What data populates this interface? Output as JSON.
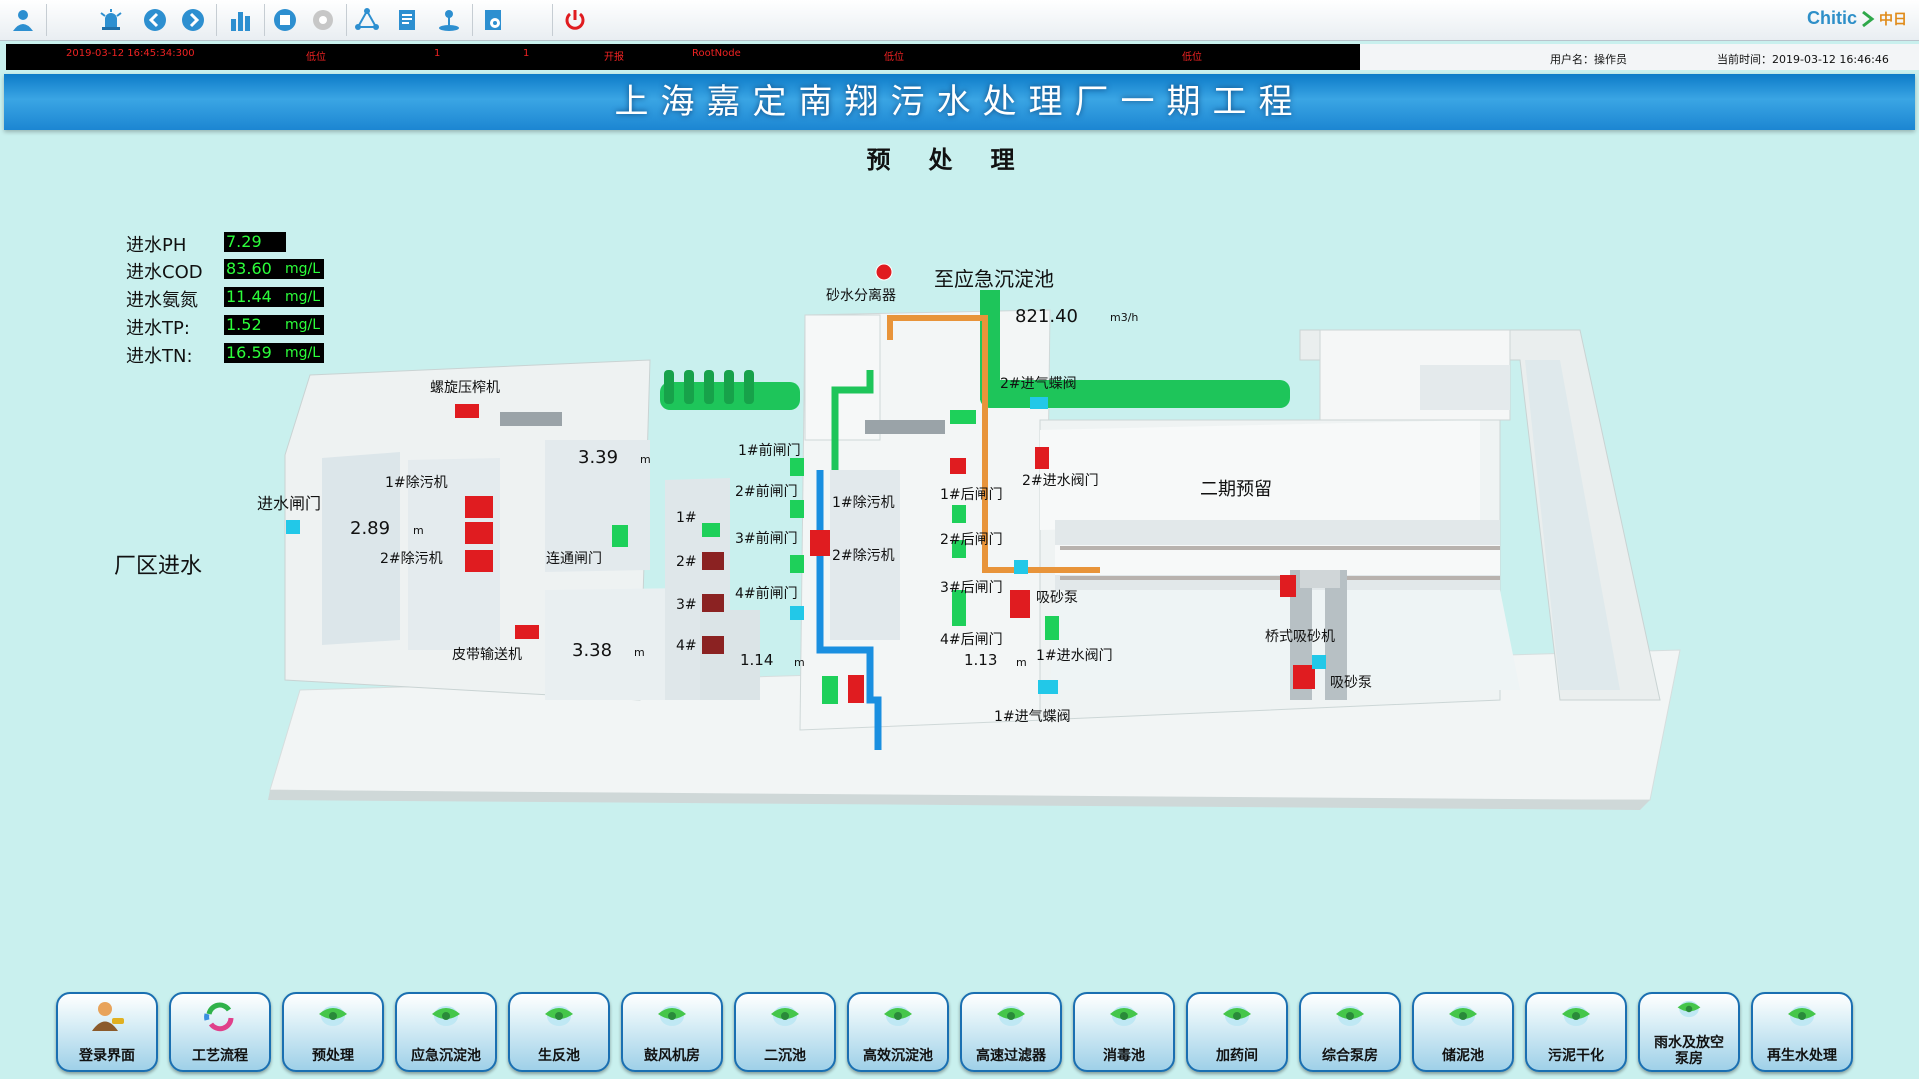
{
  "alarm": {
    "time": "2019-03-12  16:45:34:300",
    "level": "低位",
    "n1": "1",
    "n2": "1",
    "state": "开报",
    "node": "RootNode",
    "f1": "低位",
    "f2": "低位"
  },
  "user": {
    "label": "用户名：操作员",
    "time": "当前时间：2019-03-12 16:46:46"
  },
  "brand": {
    "name": "Chitic",
    "cn": "中日"
  },
  "title": "上海嘉定南翔污水处理厂一期工程",
  "subtitle": "预处理",
  "sensors": [
    {
      "label": "进水PH",
      "value": "7.29",
      "unit": ""
    },
    {
      "label": "进水COD",
      "value": "83.60",
      "unit": "mg/L"
    },
    {
      "label": "进水氨氮",
      "value": "11.44",
      "unit": "mg/L"
    },
    {
      "label": "进水TP:",
      "value": "1.52",
      "unit": "mg/L"
    },
    {
      "label": "进水TN:",
      "value": "16.59",
      "unit": "mg/L"
    }
  ],
  "plant": {
    "inflow": "厂区进水",
    "inlet_gate": "进水闸门",
    "screw_press": "螺旋压榨机",
    "cleaner1": "1#除污机",
    "cleaner2": "2#除污机",
    "belt": "皮带输送机",
    "link_gate": "连通闸门",
    "level_a": "2.89",
    "level_b": "3.39",
    "level_c": "3.38",
    "level_d": "1.14",
    "level_e": "1.13",
    "unit_m": "m",
    "sand_sep": "砂水分离器",
    "to_emergency": "至应急沉淀池",
    "flow": "821.40",
    "flow_unit": "m3/h",
    "front1": "1#前闸门",
    "front2": "2#前闸门",
    "front3": "3#前闸门",
    "front4": "4#前闸门",
    "p1": "1#",
    "p2": "2#",
    "p3": "3#",
    "p4": "4#",
    "mid_cleaner1": "1#除污机",
    "mid_cleaner2": "2#除污机",
    "back1": "1#后闸门",
    "back2": "2#后闸门",
    "back3": "3#后闸门",
    "back4": "4#后闸门",
    "air2": "2#进气蝶阀",
    "in_valve2": "2#进水阀门",
    "sand_pump": "吸砂泵",
    "in_valve1": "1#进水阀门",
    "air1": "1#进气蝶阀",
    "phase2": "二期预留",
    "bridge": "桥式吸砂机",
    "sand_pump2": "吸砂泵"
  },
  "nav": [
    {
      "label": "登录界面",
      "icon": "login-person-icon"
    },
    {
      "label": "工艺流程",
      "icon": "cycle-arrows-icon"
    },
    {
      "label": "预处理",
      "icon": "globe-leaf-icon"
    },
    {
      "label": "应急沉淀池",
      "icon": "globe-leaf-icon"
    },
    {
      "label": "生反池",
      "icon": "globe-leaf-icon"
    },
    {
      "label": "鼓风机房",
      "icon": "globe-leaf-icon"
    },
    {
      "label": "二沉池",
      "icon": "globe-leaf-icon"
    },
    {
      "label": "高效沉淀池",
      "icon": "globe-leaf-icon"
    },
    {
      "label": "高速过滤器",
      "icon": "globe-leaf-icon"
    },
    {
      "label": "消毒池",
      "icon": "globe-leaf-icon"
    },
    {
      "label": "加药间",
      "icon": "globe-leaf-icon"
    },
    {
      "label": "综合泵房",
      "icon": "globe-leaf-icon"
    },
    {
      "label": "储泥池",
      "icon": "globe-leaf-icon"
    },
    {
      "label": "污泥干化",
      "icon": "globe-leaf-icon"
    },
    {
      "label": "雨水及放空泵房",
      "icon": "globe-leaf-icon"
    },
    {
      "label": "再生水处理",
      "icon": "globe-leaf-icon"
    }
  ],
  "colors": {
    "accent": "#1a86d0",
    "value_green": "#2cff3a",
    "alarm_red": "#e22222"
  }
}
